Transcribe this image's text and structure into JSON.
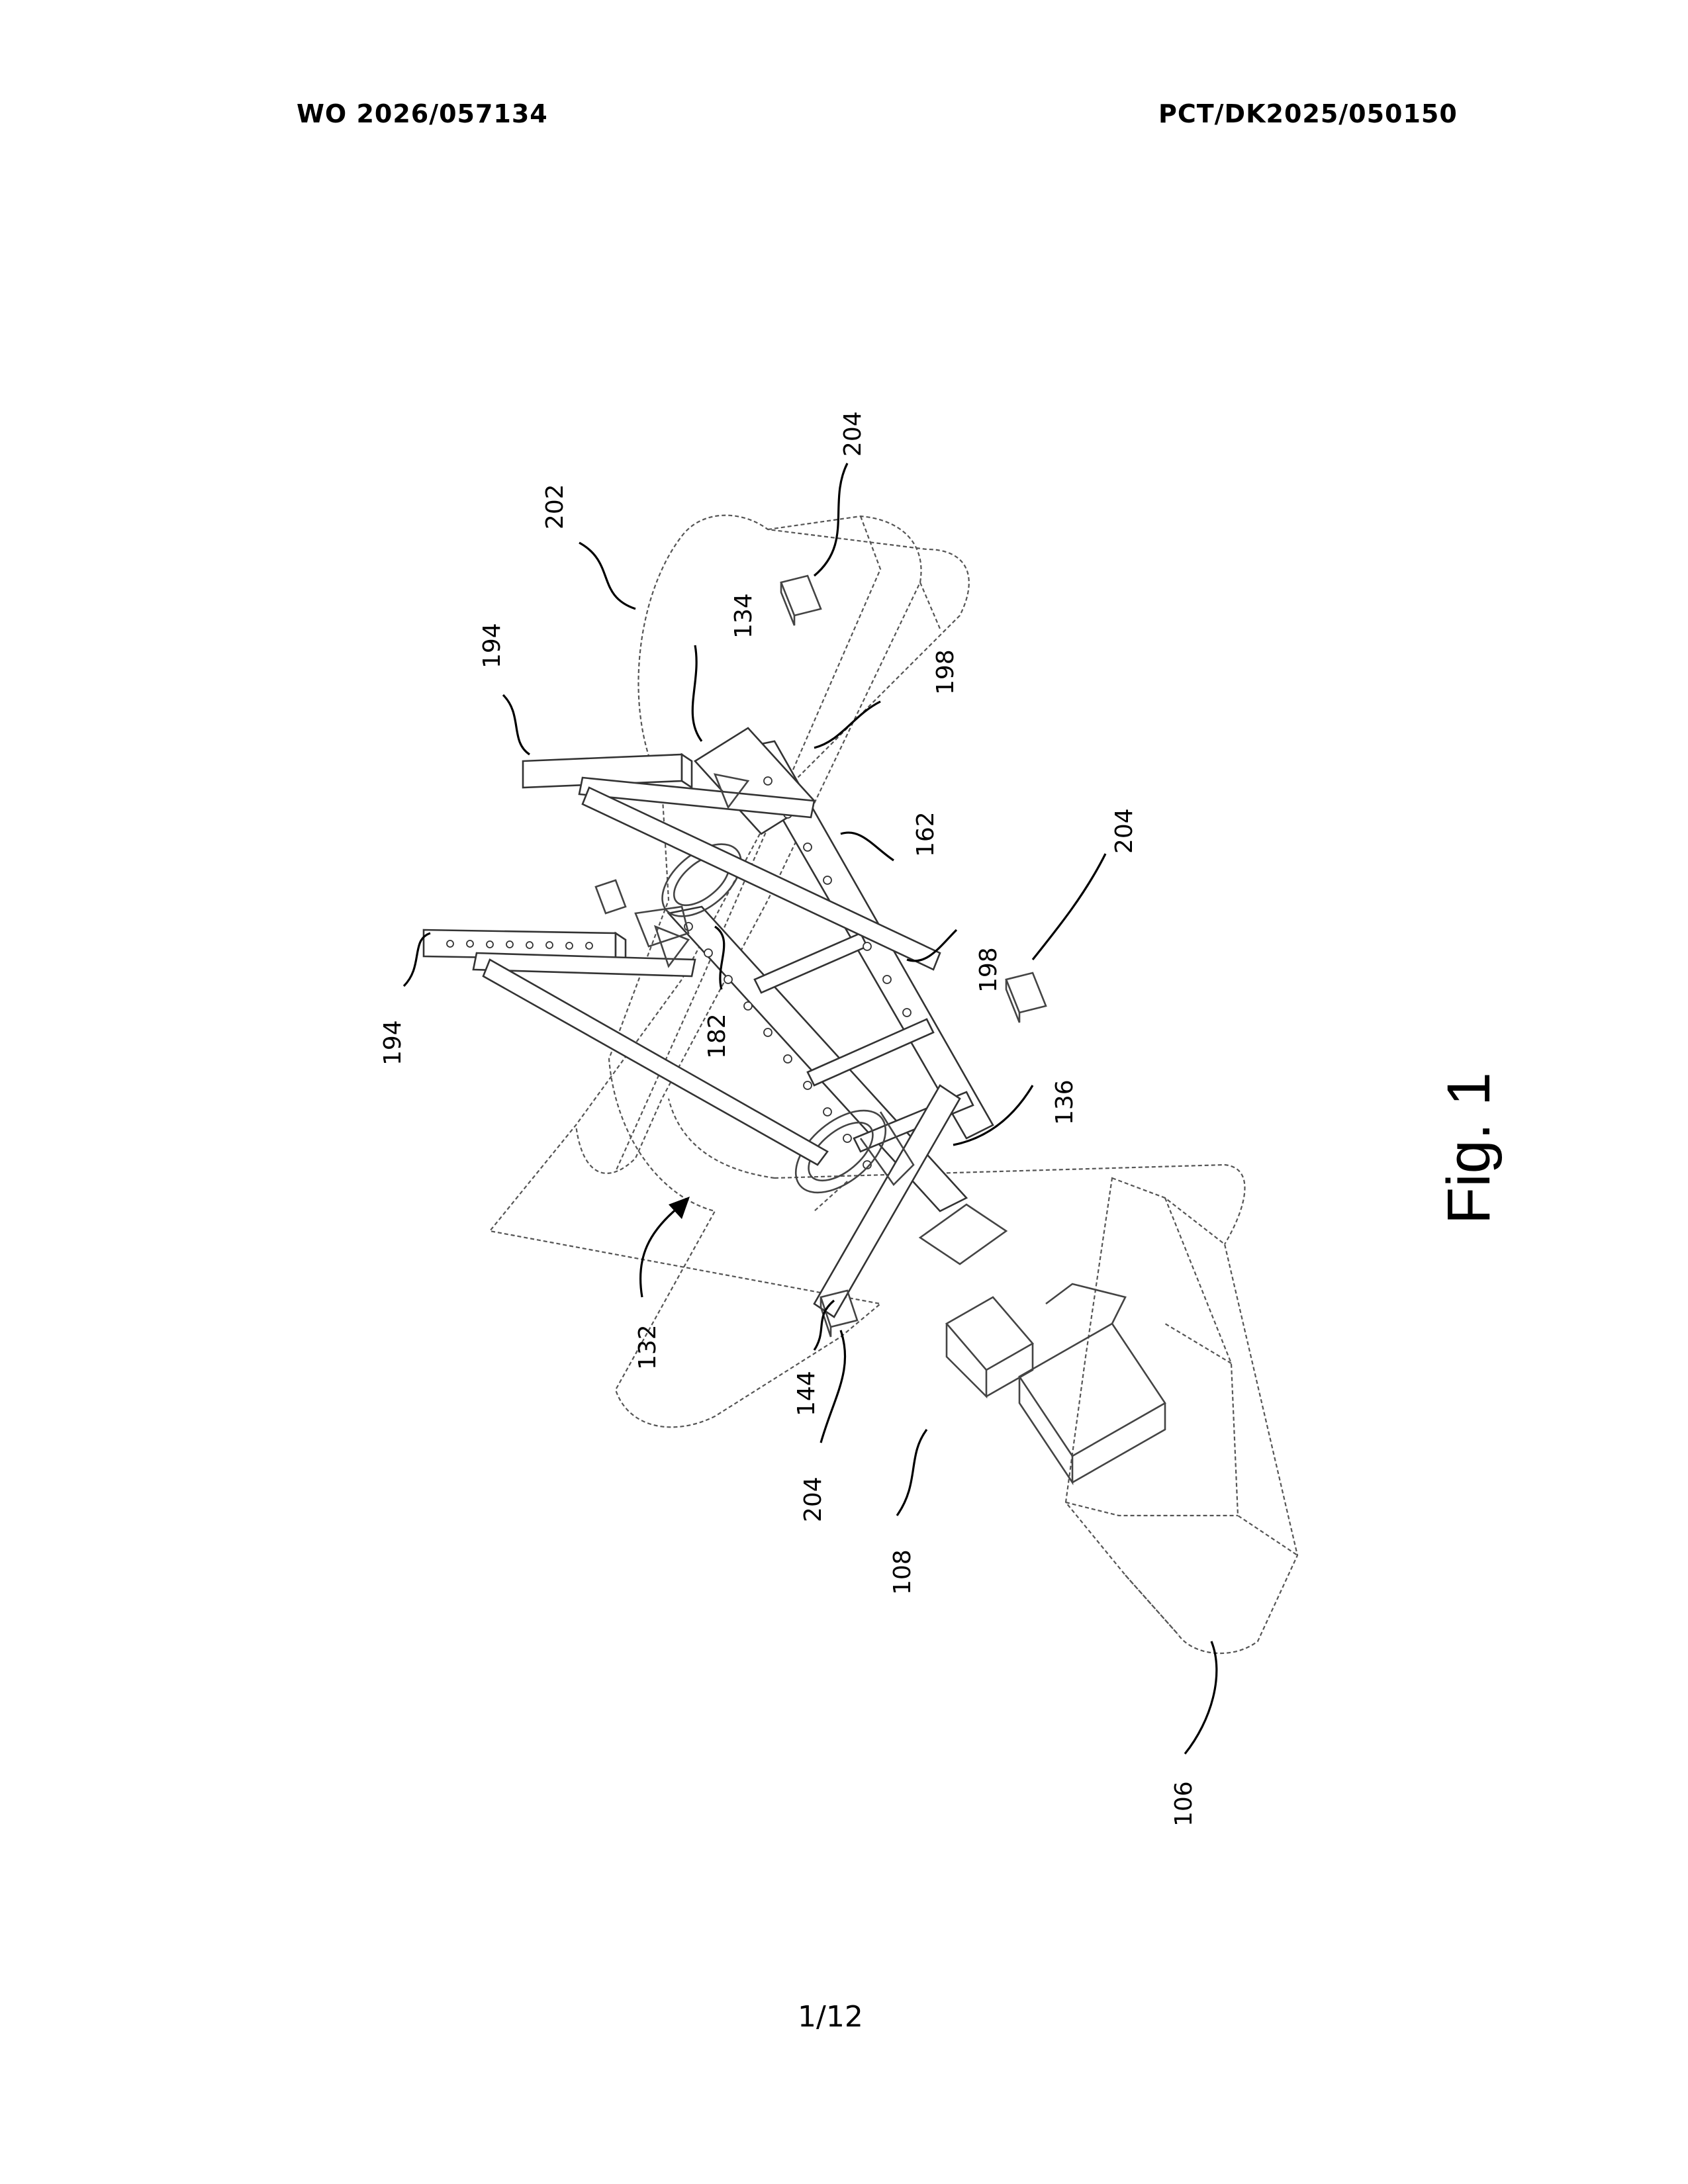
{
  "header": {
    "publication_number": "WO 2026/057134",
    "application_number": "PCT/DK2025/050150"
  },
  "figure": {
    "caption": "Fig. 1",
    "reference_numerals": [
      "194",
      "202",
      "204",
      "134",
      "198",
      "194",
      "162",
      "204",
      "182",
      "198",
      "136",
      "132",
      "144",
      "204",
      "108",
      "106"
    ]
  },
  "footer": {
    "page_number": "1/12"
  }
}
